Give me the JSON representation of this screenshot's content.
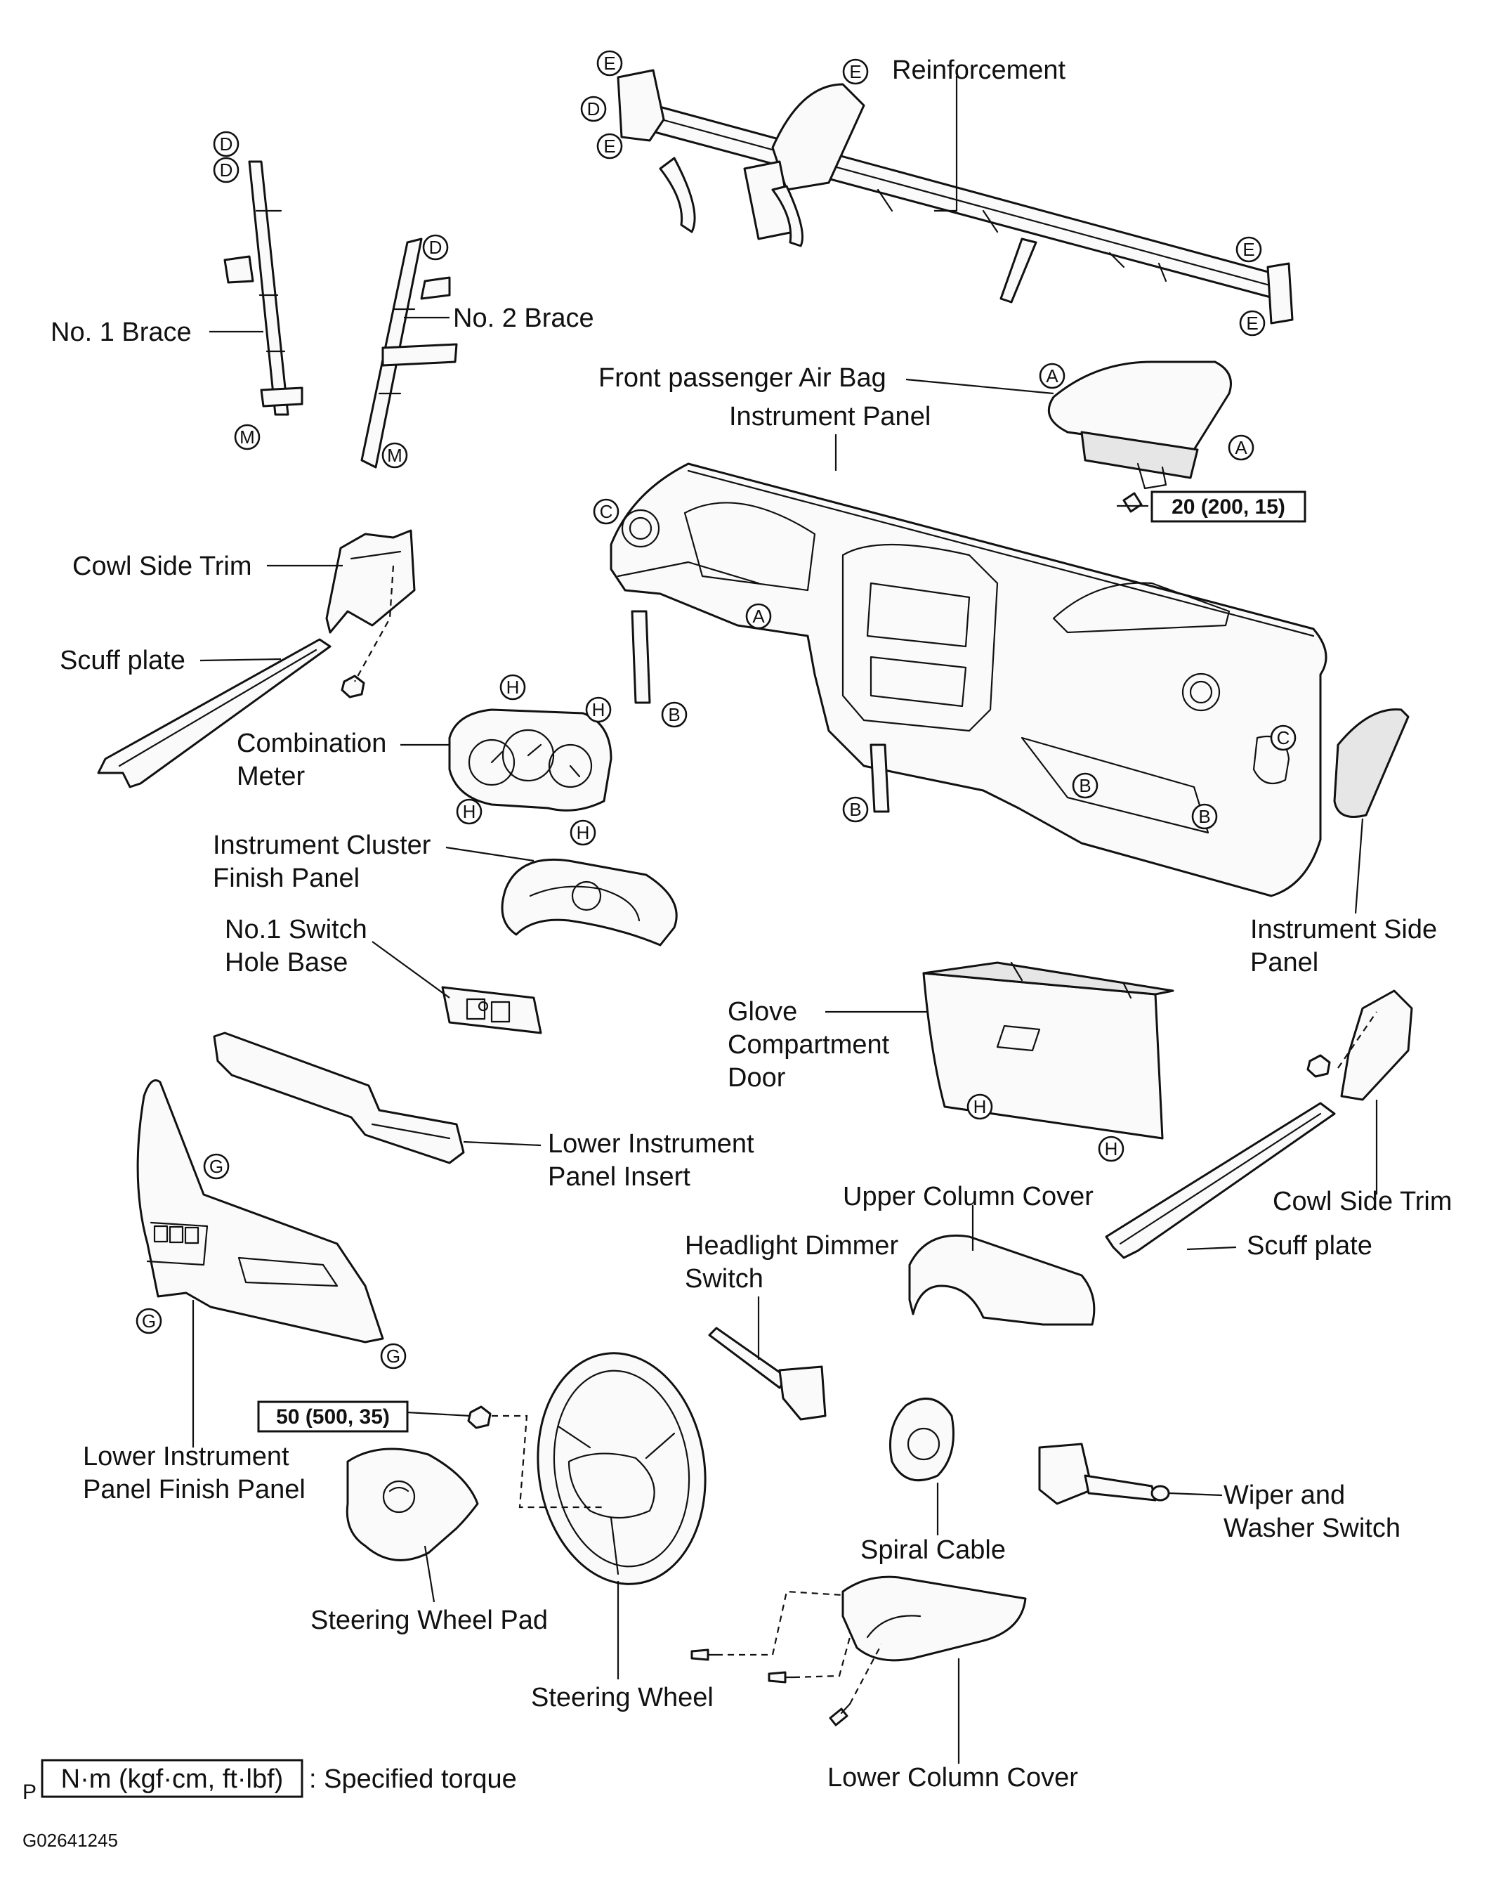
{
  "labels": {
    "reinforcement": "Reinforcement",
    "no1_brace": "No. 1 Brace",
    "no2_brace": "No. 2 Brace",
    "front_passenger_air_bag": "Front passenger Air Bag",
    "instrument_panel": "Instrument Panel",
    "cowl_side_trim_left": "Cowl Side Trim",
    "scuff_plate_left": "Scuff plate",
    "combination_meter_l1": "Combination",
    "combination_meter_l2": "Meter",
    "instrument_cluster_finish_panel_l1": "Instrument Cluster",
    "instrument_cluster_finish_panel_l2": "Finish Panel",
    "no1_switch_hole_base_l1": "No.1 Switch",
    "no1_switch_hole_base_l2": "Hole Base",
    "instrument_side_panel_l1": "Instrument Side",
    "instrument_side_panel_l2": "Panel",
    "glove_compartment_door_l1": "Glove",
    "glove_compartment_door_l2": "Compartment",
    "glove_compartment_door_l3": "Door",
    "lower_instrument_panel_insert_l1": "Lower  Instrument",
    "lower_instrument_panel_insert_l2": "Panel Insert",
    "upper_column_cover": "Upper Column Cover",
    "cowl_side_trim_right": "Cowl Side Trim",
    "headlight_dimmer_switch_l1": "Headlight Dimmer",
    "headlight_dimmer_switch_l2": "Switch",
    "scuff_plate_right": "Scuff plate",
    "lower_instrument_panel_finish_panel_l1": "Lower Instrument",
    "lower_instrument_panel_finish_panel_l2": "Panel Finish Panel",
    "wiper_washer_switch_l1": "Wiper and",
    "wiper_washer_switch_l2": "Washer Switch",
    "spiral_cable": "Spiral Cable",
    "steering_wheel_pad": "Steering Wheel Pad",
    "steering_wheel": "Steering Wheel",
    "lower_column_cover": "Lower Column Cover"
  },
  "torque": {
    "air_bag_bolt": "20 (200, 15)",
    "steering_wheel_nut": "50 (500, 35)"
  },
  "legend": {
    "prefix": "P",
    "unit": "N·m (kgf·cm, ft·lbf)",
    "description": ": Specified torque"
  },
  "figure_code": "G02641245",
  "markers": {
    "reinforcement": [
      "E",
      "D",
      "E",
      "E",
      "E",
      "E"
    ],
    "no1_brace": [
      "D",
      "D",
      "M"
    ],
    "no2_brace": [
      "D",
      "M"
    ],
    "air_bag": [
      "A",
      "A"
    ],
    "instrument_panel": [
      "C",
      "A",
      "B",
      "B",
      "B",
      "B",
      "C"
    ],
    "combination_meter": [
      "H",
      "H",
      "H",
      "H"
    ],
    "glove_box": [
      "H",
      "H"
    ],
    "lower_finish_panel": [
      "G",
      "G",
      "G"
    ]
  }
}
